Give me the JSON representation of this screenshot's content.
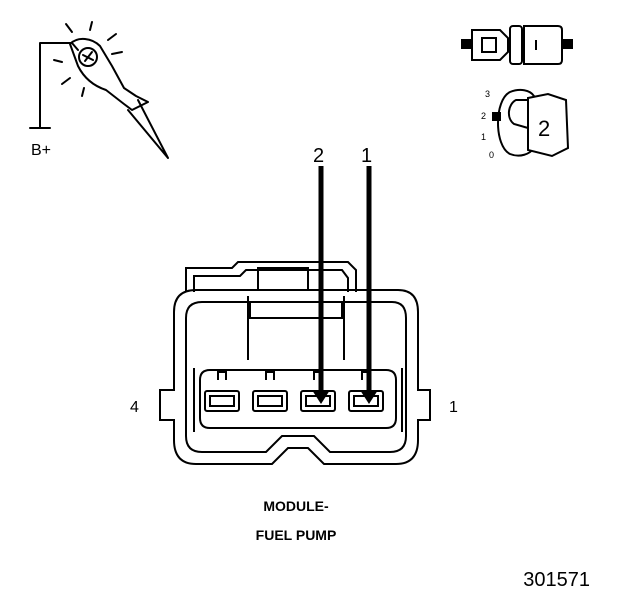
{
  "probe": {
    "supply_label": "B+",
    "icon": "test-light-probe-icon"
  },
  "connector_view": {
    "icon": "connector-end-view-icon"
  },
  "dial": {
    "positions": [
      "3",
      "2",
      "1",
      "0"
    ],
    "selected_value": "2",
    "selected_position": "2",
    "icon": "selector-dial-icon"
  },
  "pointers": [
    {
      "label": "2"
    },
    {
      "label": "1"
    }
  ],
  "connector": {
    "left_pin_label": "4",
    "right_pin_label": "1",
    "cavity_count": 4
  },
  "caption": {
    "line1": "MODULE-",
    "line2": "FUEL PUMP"
  },
  "figure_number": "301571"
}
